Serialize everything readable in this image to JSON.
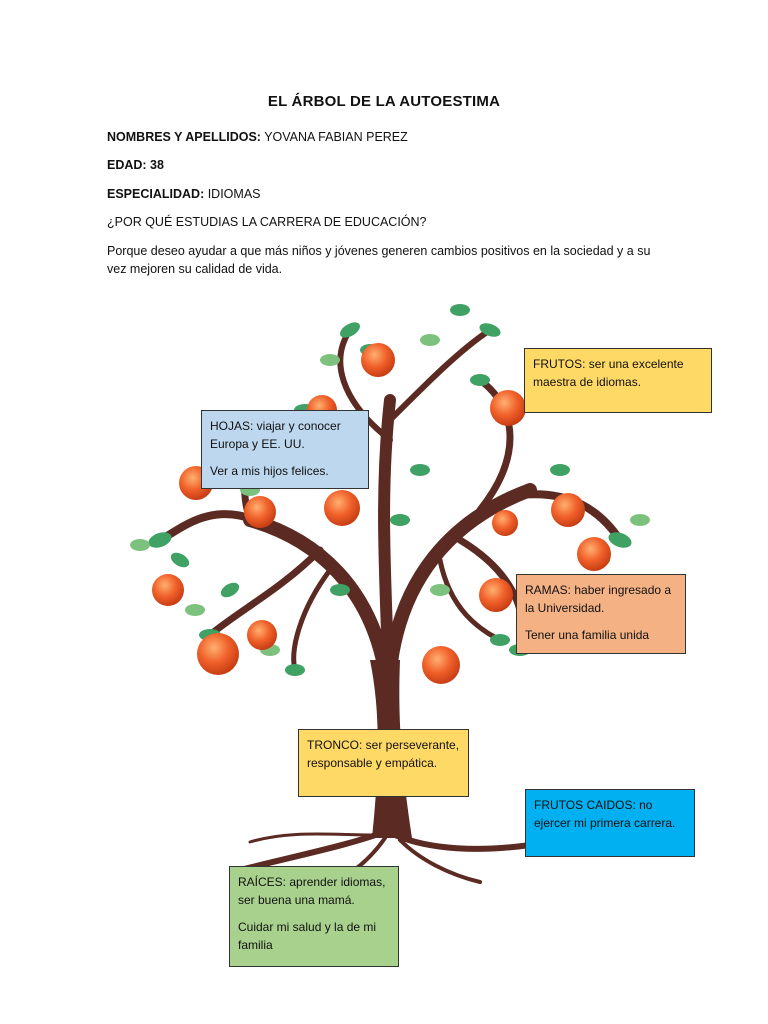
{
  "title": "EL ÁRBOL DE LA AUTOESTIMA",
  "fields": {
    "names_label": "NOMBRES Y APELLIDOS:",
    "names_value": " YOVANA FABIAN PEREZ",
    "age_label": "EDAD: 38",
    "specialty_label": "ESPECIALIDAD:",
    "specialty_value": " IDIOMAS"
  },
  "question": "¿POR QUÉ ESTUDIAS LA CARRERA DE EDUCACIÓN?",
  "answer": "Porque deseo ayudar a que más niños y jóvenes generen cambios positivos en la sociedad y a su vez mejoren su calidad de vida.",
  "notes": {
    "frutos": "FRUTOS: ser una excelente maestra de idiomas.",
    "hojas_1": "HOJAS: viajar y conocer Europa y EE. UU.",
    "hojas_2": "Ver a mis hijos felices.",
    "ramas_1": "RAMAS: haber ingresado a la Universidad.",
    "ramas_2": "Tener una familia unida",
    "tronco": "TRONCO: ser perseverante, responsable y empática.",
    "frutos_caidos": "FRUTOS CAIDOS: no ejercer mi primera carrera.",
    "raices_1": "RAÍCES: aprender idiomas, ser buena una mamá.",
    "raices_2": "Cuidar mi salud y la de mi familia"
  },
  "colors": {
    "trunk": "#5b2a22",
    "leaf": "#3fa163",
    "leaf_light": "#7cc27e",
    "fruit": "#f0602a",
    "yellow_note": "#ffd966",
    "blue_note": "#bdd7ee",
    "orange_note": "#f4b183",
    "cyan_note": "#00b0f0",
    "green_note": "#a9d18e"
  },
  "image": {
    "icon": "tree-illustration"
  }
}
